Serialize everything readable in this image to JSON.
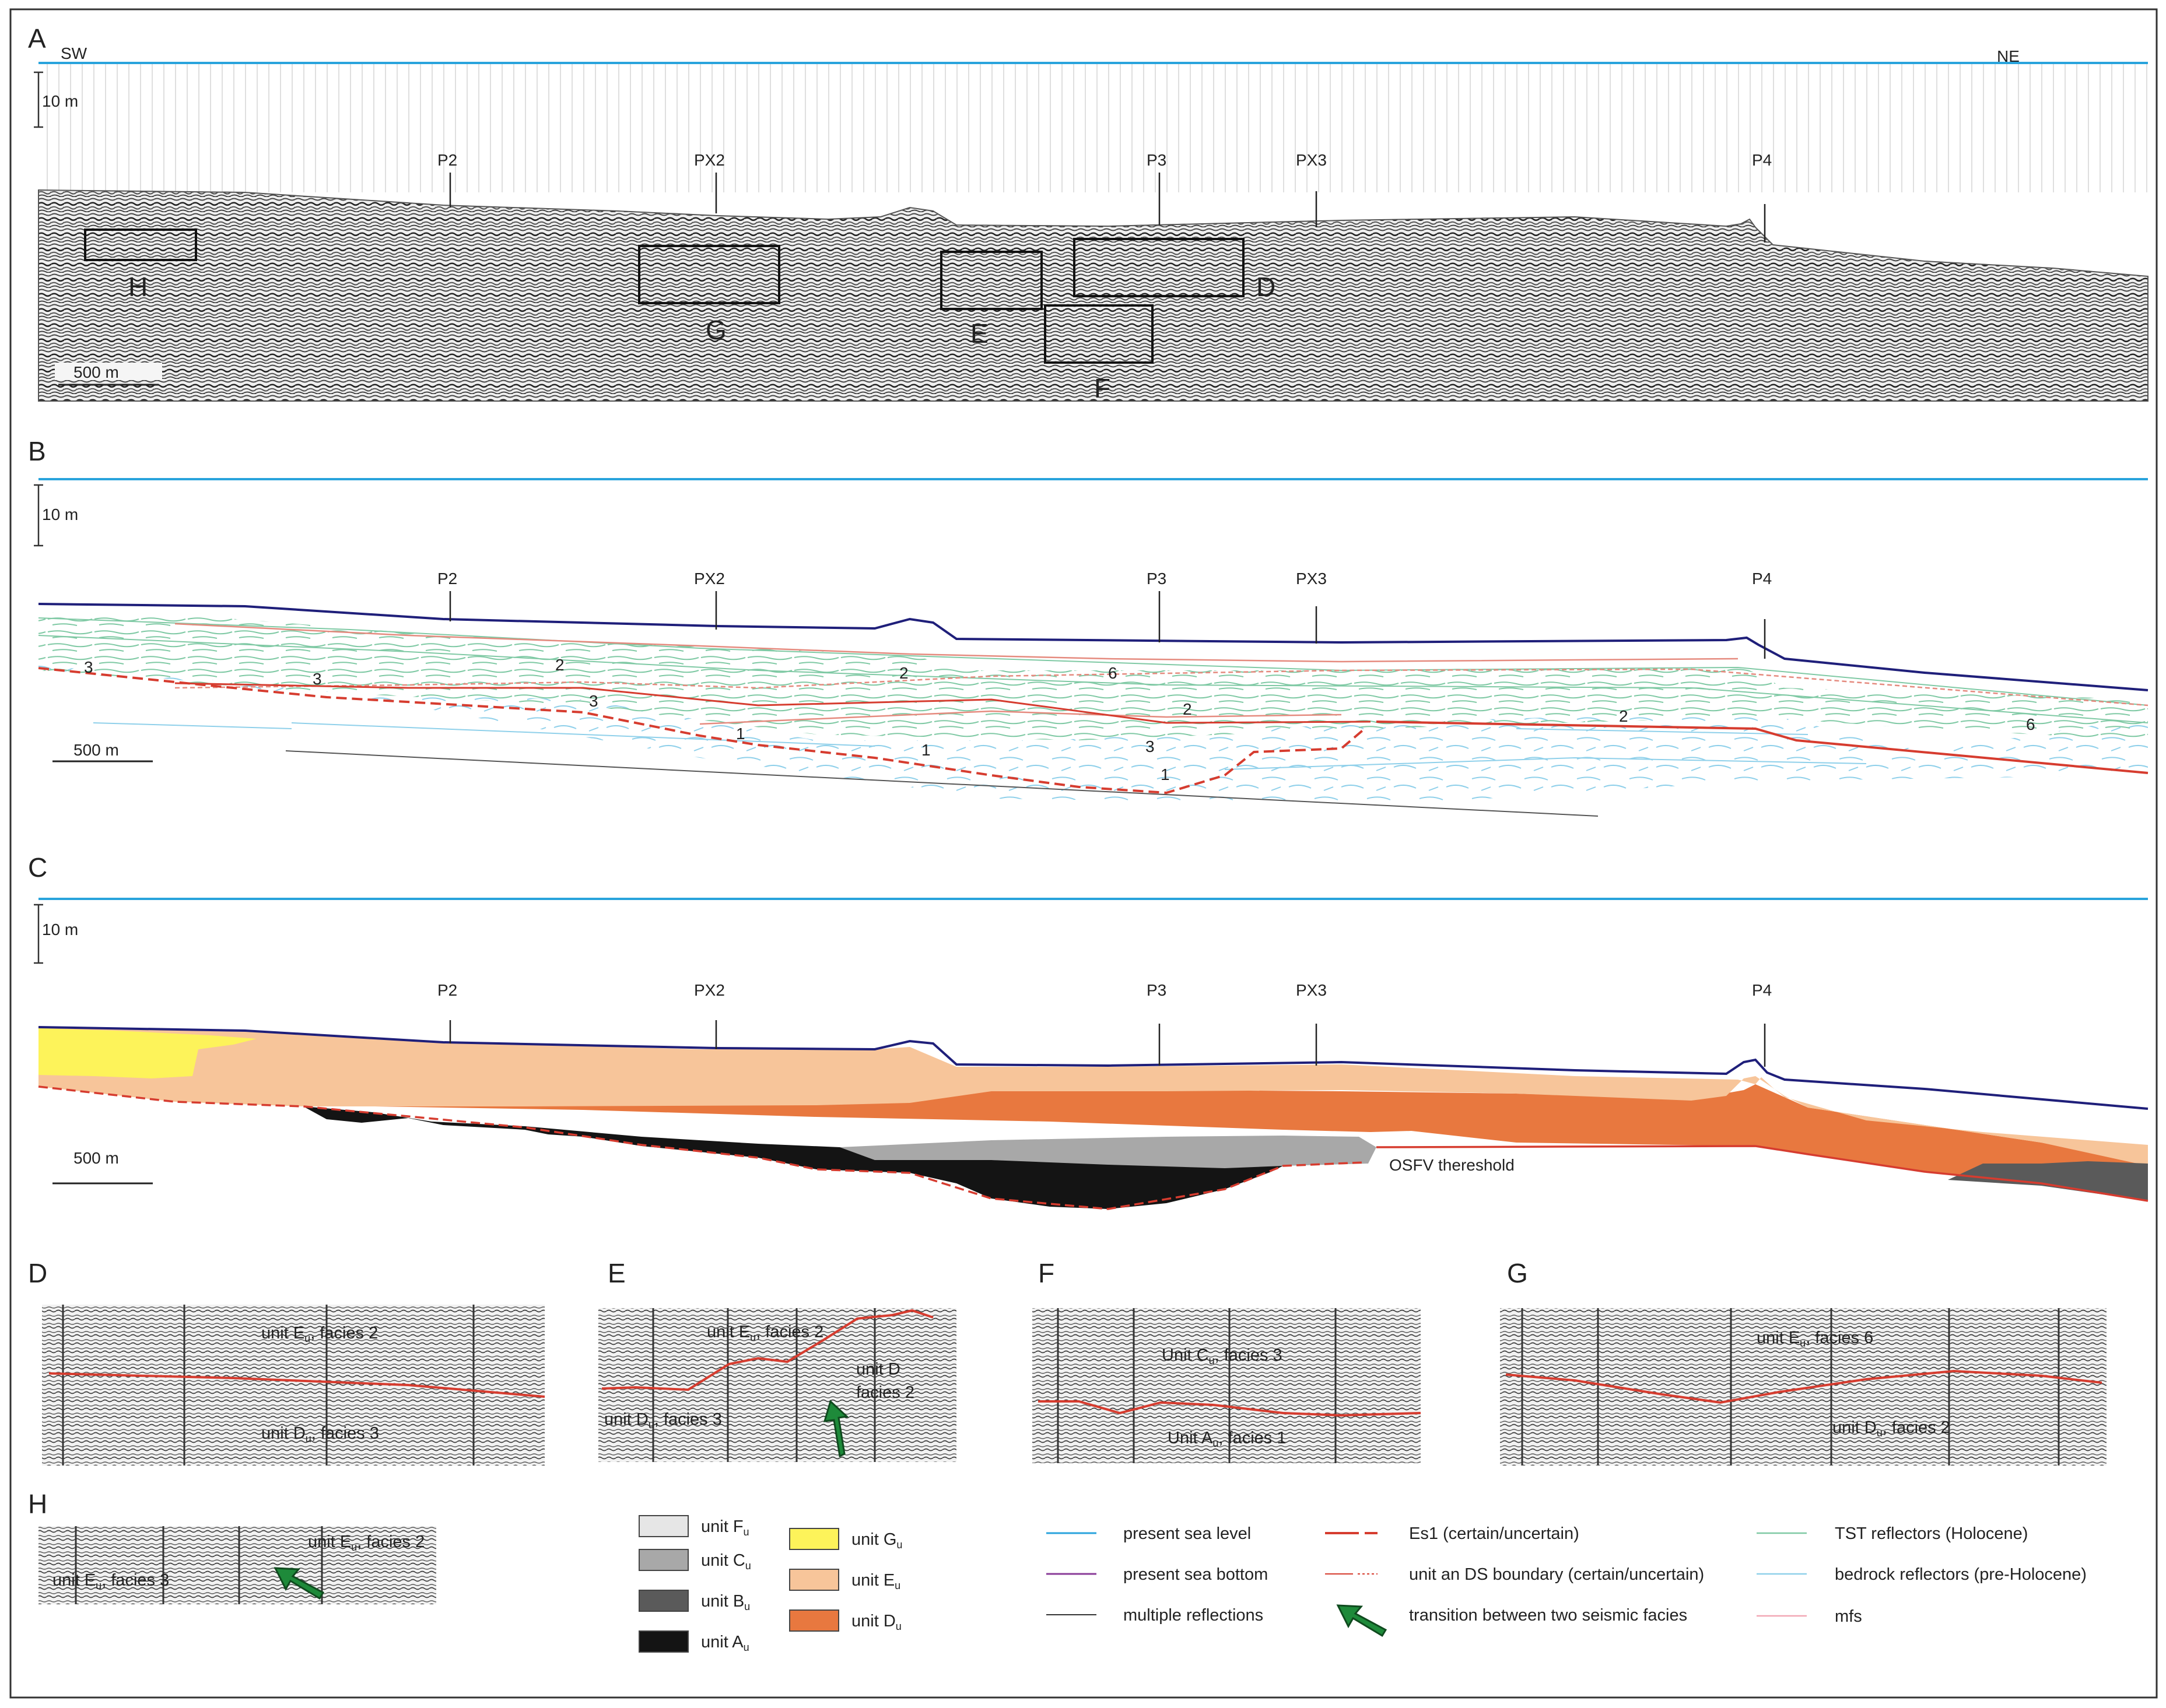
{
  "panels": {
    "a": "A",
    "b": "B",
    "c": "C",
    "d": "D",
    "e": "E",
    "f": "F",
    "g": "G",
    "h": "H"
  },
  "orientation": {
    "left": "SW",
    "right": "NE"
  },
  "scales": {
    "vertical": "10 m",
    "horizontal": "500 m"
  },
  "wells": [
    "P2",
    "PX2",
    "P3",
    "PX3",
    "P4"
  ],
  "zoom_boxes": [
    "H",
    "G",
    "E",
    "D",
    "F"
  ],
  "facies_numbers_b": [
    "3",
    "2",
    "3",
    "3",
    "2",
    "6",
    "2",
    "2",
    "6",
    "1",
    "1",
    "3",
    "1"
  ],
  "threshold_label": "OSFV thereshold",
  "details": {
    "d_top": "unit E",
    "d_top_suffix": ", facies 2",
    "d_bottom": "unit D",
    "d_bottom_suffix": ", facies 3",
    "e_top": "unit E",
    "e_top_suffix": ", facies 2",
    "e_right1": "unit D",
    "e_right2": "facies 2",
    "e_left": "unit D",
    "e_left_suffix": ", facies 3",
    "f_top": "Unit C",
    "f_top_suffix": ", facies 3",
    "f_bottom": "Unit A",
    "f_bottom_suffix": ", facies 1",
    "g_top": "unit E",
    "g_top_suffix": ", facies 6",
    "g_bottom": "unit D",
    "g_bottom_suffix": ", facies 2",
    "h_right": "unit E",
    "h_right_suffix": ", facies 2",
    "h_left": "unit E",
    "h_left_suffix": ", facies 3",
    "subscript": "u"
  },
  "legend_units": [
    {
      "name": "unit F",
      "color": "#e6e6e6"
    },
    {
      "name": "unit C",
      "color": "#a8a8a8"
    },
    {
      "name": "unit B",
      "color": "#5a5a5a"
    },
    {
      "name": "unit A",
      "color": "#141414"
    },
    {
      "name": "unit G",
      "color": "#fdf35a"
    },
    {
      "name": "unit E",
      "color": "#f7c59a"
    },
    {
      "name": "unit D",
      "color": "#e8783f"
    }
  ],
  "legend_lines": [
    {
      "name": "present sea level",
      "color": "#29a3dc"
    },
    {
      "name": "present sea bottom",
      "color": "#8a3c98"
    },
    {
      "name": "multiple reflections",
      "color": "#333333"
    },
    {
      "name": "Es1 (certain/uncertain)",
      "color": "#d63c2f"
    },
    {
      "name": "unit an DS boundary (certain/uncertain)",
      "color": "#d63c2f"
    },
    {
      "name": "transition between two seismic facies",
      "color": "#1e8a3a"
    },
    {
      "name": "TST reflectors (Holocene)",
      "color": "#7fc9a4"
    },
    {
      "name": "bedrock reflectors (pre-Holocene)",
      "color": "#8fd0ea"
    },
    {
      "name": "mfs",
      "color": "#f2a7b4"
    }
  ],
  "colors": {
    "sea_level": "#29a3dc",
    "sea_bottom": "#1f1f7a",
    "es1": "#d63c2f",
    "tst": "#7fc9a4",
    "bedrock": "#8fd0ea",
    "arrow": "#1e8a3a"
  }
}
